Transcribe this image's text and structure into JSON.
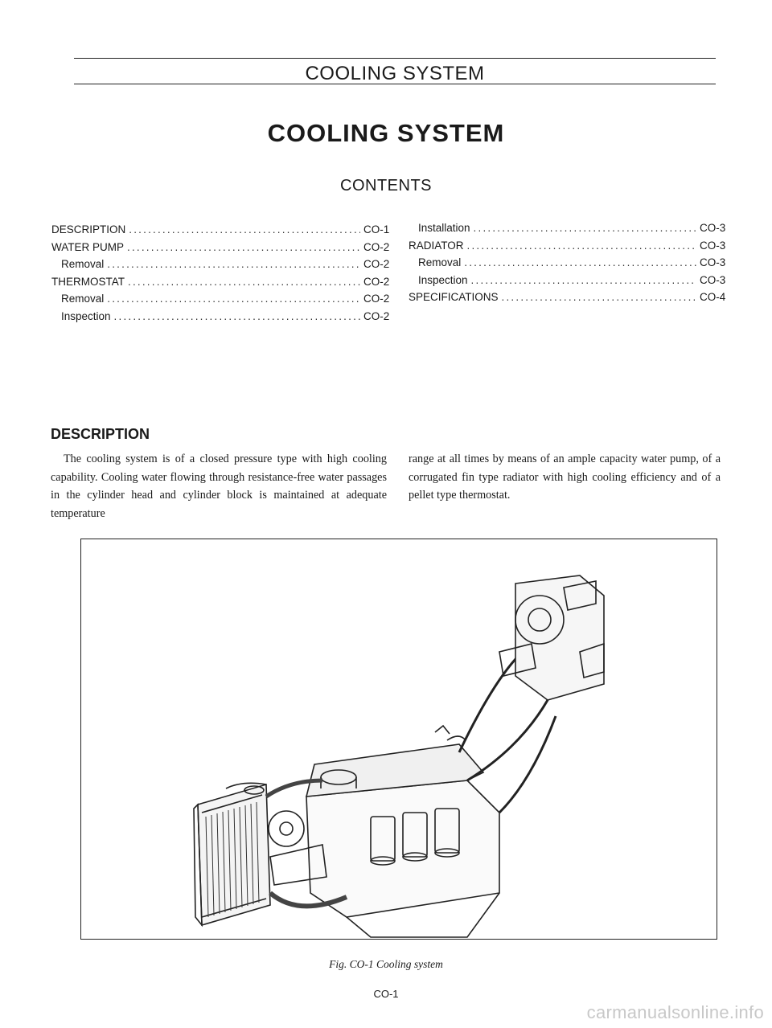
{
  "header": {
    "running_title": "COOLING SYSTEM"
  },
  "main_title": "COOLING SYSTEM",
  "contents_title": "CONTENTS",
  "toc_left": [
    {
      "label": "DESCRIPTION",
      "page": "CO-1",
      "sub": false
    },
    {
      "label": "WATER PUMP",
      "page": "CO-2",
      "sub": false
    },
    {
      "label": "Removal",
      "page": "CO-2",
      "sub": true
    },
    {
      "label": "THERMOSTAT",
      "page": "CO-2",
      "sub": false
    },
    {
      "label": "Removal",
      "page": "CO-2",
      "sub": true
    },
    {
      "label": "Inspection",
      "page": "CO-2",
      "sub": true
    }
  ],
  "toc_right": [
    {
      "label": "Installation",
      "page": "CO-3",
      "sub": true
    },
    {
      "label": "RADIATOR",
      "page": "CO-3",
      "sub": false
    },
    {
      "label": "Removal",
      "page": "CO-3",
      "sub": true
    },
    {
      "label": "Inspection",
      "page": "CO-3",
      "sub": true
    },
    {
      "label": "SPECIFICATIONS",
      "page": "CO-4",
      "sub": false
    }
  ],
  "section": {
    "heading": "DESCRIPTION",
    "text_left": "The cooling system is of a closed pressure type with high cooling capability. Cooling water flowing through resistance-free water passages in the cylinder head and cylinder block is maintained at adequate temperature",
    "text_right": "range at all times by means of an ample capacity water pump, of a corrugated fin type radiator with high cooling efficiency and of a pellet type thermostat."
  },
  "figure": {
    "caption": "Fig. CO-1 Cooling system"
  },
  "page_number": "CO-1",
  "watermark": "carmanualsonline.info"
}
